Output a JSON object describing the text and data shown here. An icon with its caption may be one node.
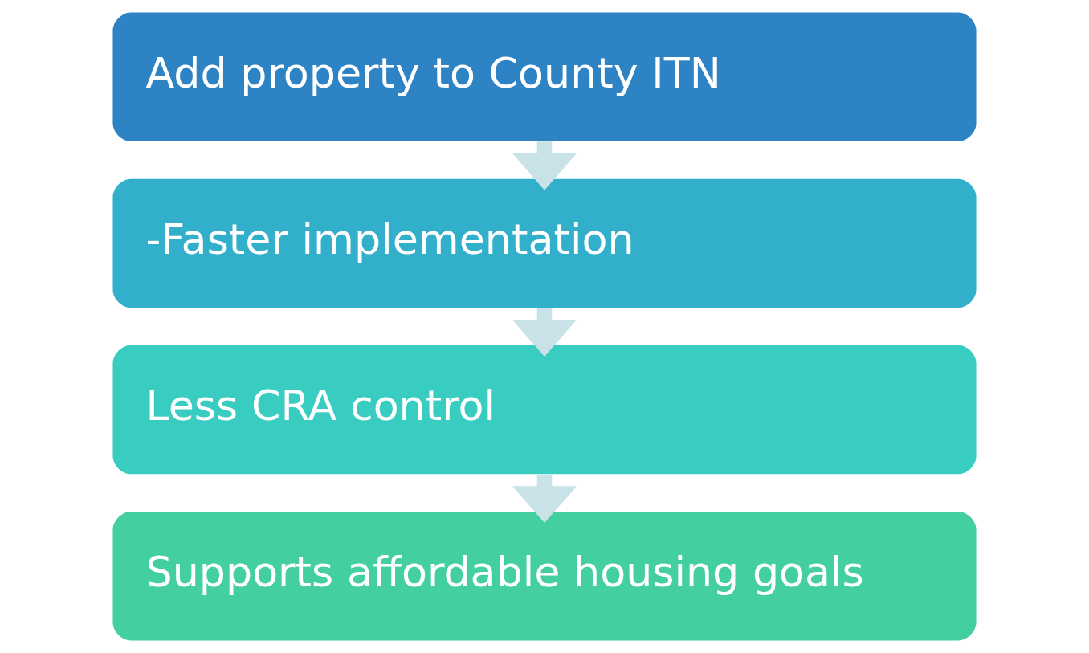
{
  "diagram": {
    "nodes": [
      {
        "text": [
          "Add property to County ITN"
        ]
      },
      {
        "text": [
          "-Faster implementation"
        ]
      },
      {
        "text": [
          "Less CRA control"
        ]
      },
      {
        "text": [
          "Supports affordable housing goals"
        ]
      }
    ],
    "edges": [
      {
        "from": 0,
        "to": 1,
        "arrow": "to"
      },
      {
        "from": 1,
        "to": 2,
        "arrow": "to"
      },
      {
        "from": 2,
        "to": 3,
        "arrow": "to"
      }
    ]
  }
}
